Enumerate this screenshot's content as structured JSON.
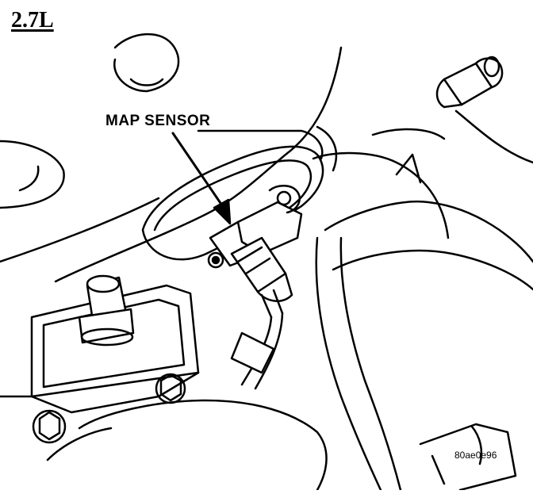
{
  "figure": {
    "engine_label": "2.7L",
    "callout_label": "MAP SENSOR",
    "reference_code": "80ae0e96"
  },
  "style": {
    "ink": "#000000",
    "paper": "#ffffff"
  }
}
